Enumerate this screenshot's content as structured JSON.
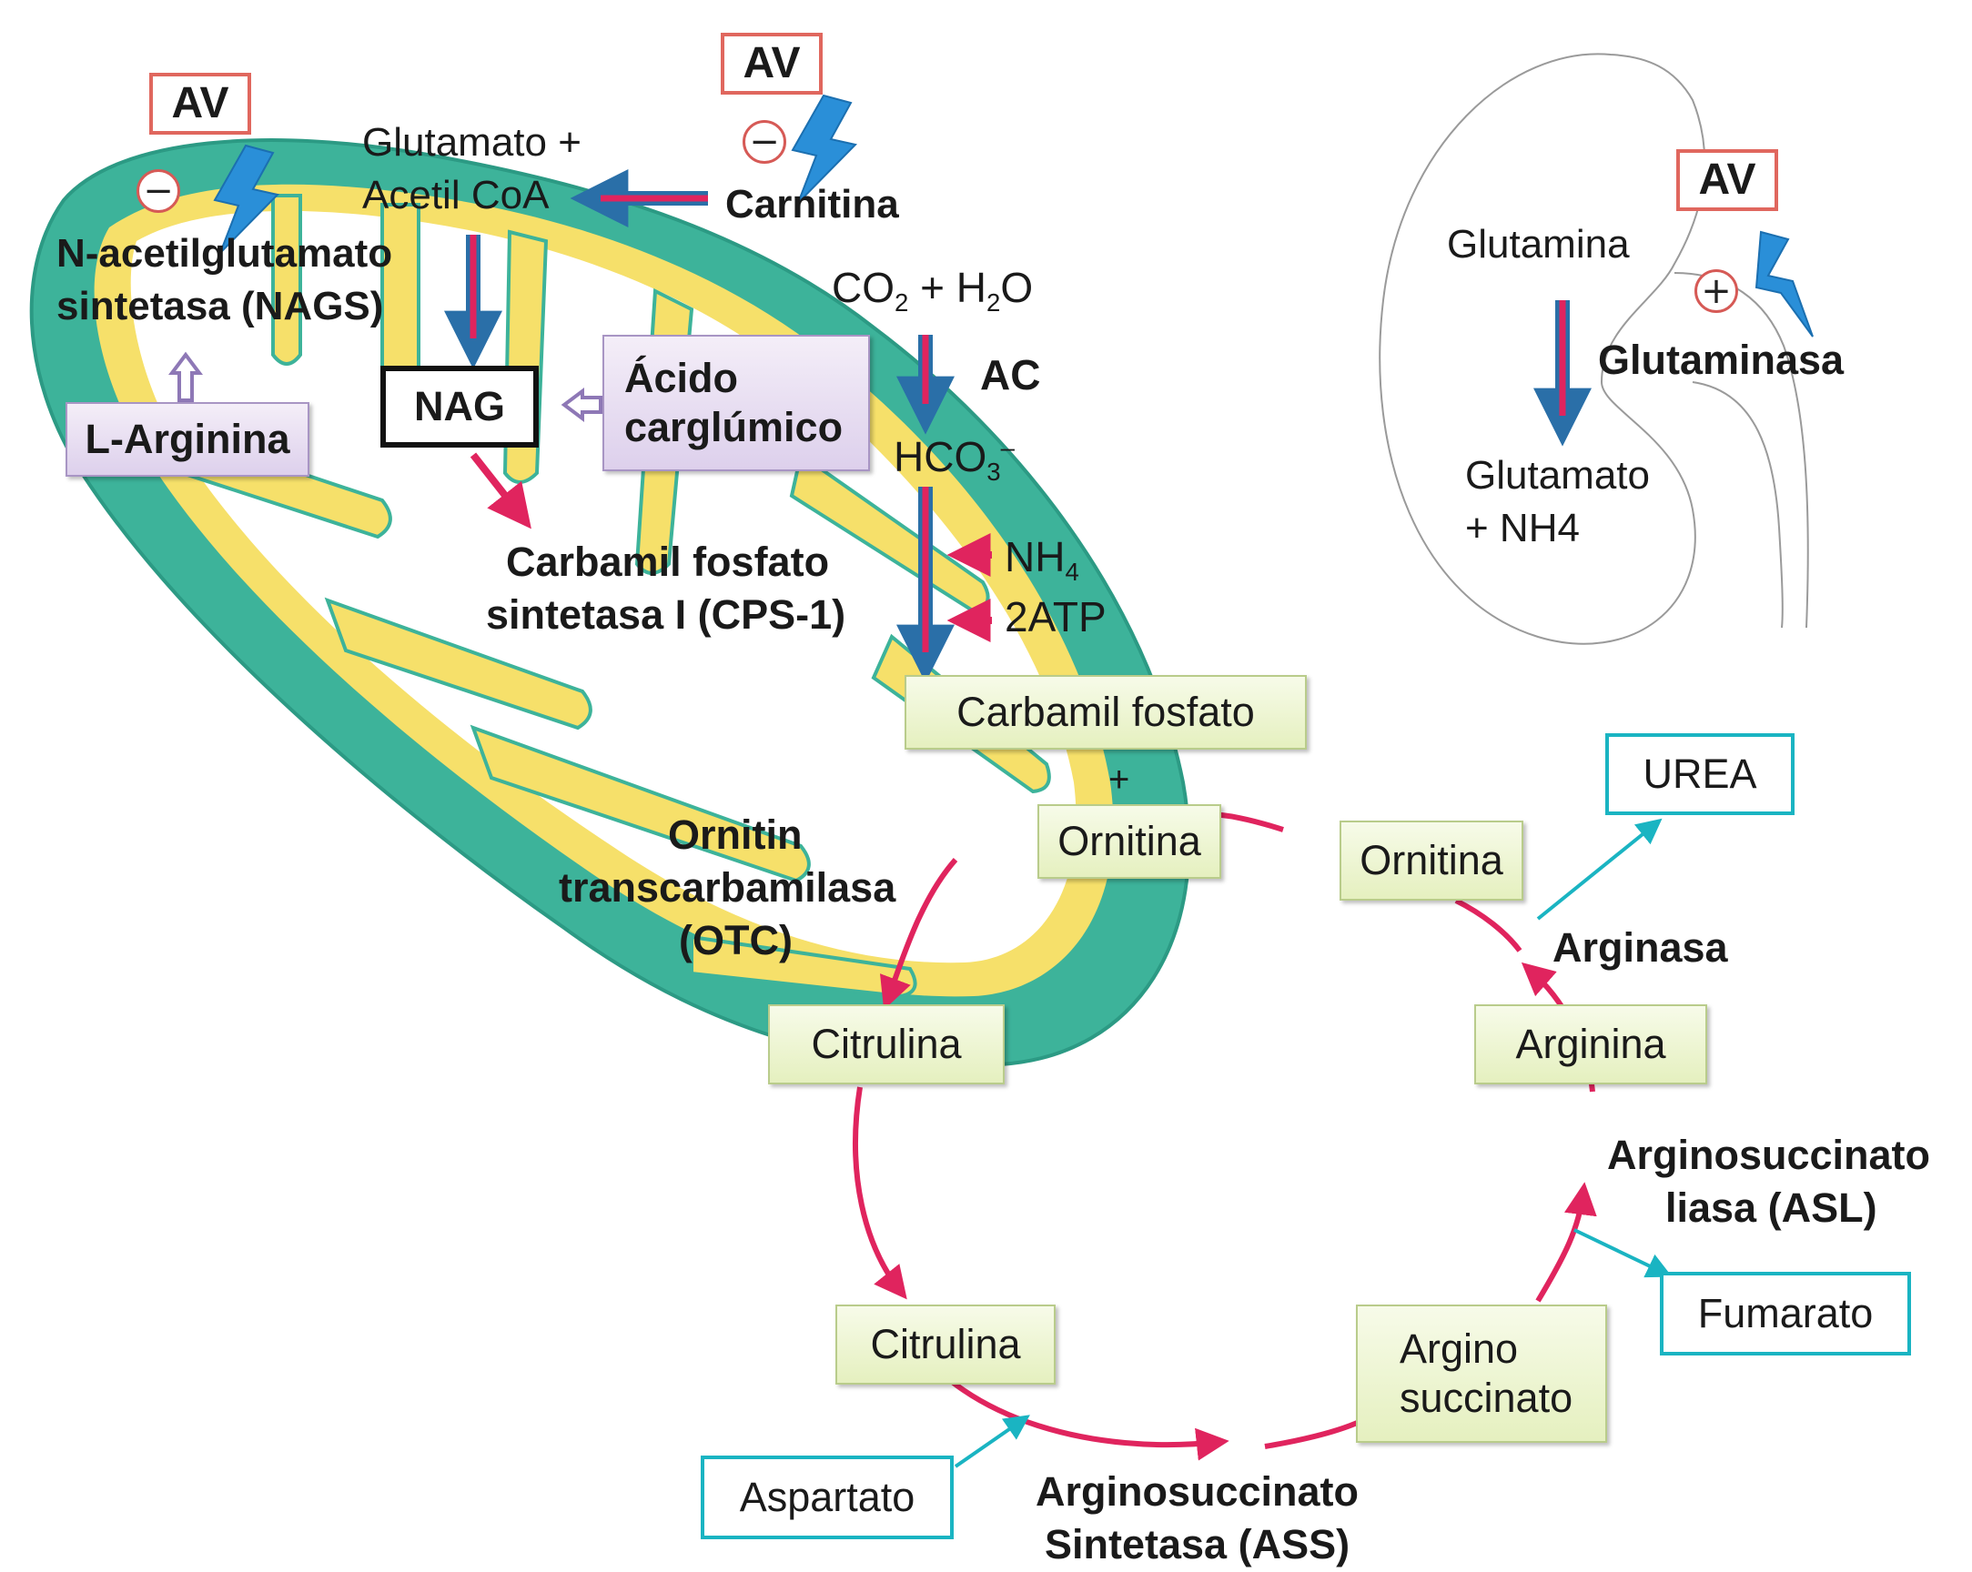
{
  "mito": {
    "av1": "AV",
    "av2": "AV",
    "inhibit_sign_1": "−",
    "inhibit_sign_2": "−",
    "glutamato_acetil_1": "Glutamato +",
    "glutamato_acetil_2": "Acetil CoA",
    "carnitina": "Carnitina",
    "nags_1": "N-acetilglutamato",
    "nags_2": "sintetasa (NAGS)",
    "l_arginina": "L-Arginina",
    "nag": "NAG",
    "acido_1": "Ácido",
    "acido_2": "carglúmico",
    "co2_h2o": {
      "co": "CO",
      "co_sub": "2",
      "plus": " + H",
      "h_sub": "2",
      "o": "O"
    },
    "ac": "AC",
    "hco3": {
      "hco": "HCO",
      "sub": "3",
      "sup": "–"
    },
    "nh4": {
      "nh": "NH",
      "sub": "4"
    },
    "atp": "2ATP",
    "cps_1": "Carbamil fosfato",
    "cps_2": "sintetasa I (CPS-1)",
    "otc_1": "Ornitin",
    "otc_2": "transcarbamilasa",
    "otc_3": "(OTC)"
  },
  "kidney": {
    "av": "AV",
    "activate_sign": "+",
    "glutamina": "Glutamina",
    "glutaminasa": "Glutaminasa",
    "glutamato_1": "Glutamato",
    "glutamato_2": "+ NH4"
  },
  "cycle": {
    "carbamil_fosfato": "Carbamil fosfato",
    "plus": "+",
    "ornitina_in": "Ornitina",
    "ornitina_out": "Ornitina",
    "citrulina_mito": "Citrulina",
    "citrulina_cyto": "Citrulina",
    "argino_1": "Argino",
    "argino_2": "succinato",
    "arginina": "Arginina",
    "arginasa": "Arginasa",
    "asl_1": "Arginosuccinato",
    "asl_2": "liasa (ASL)",
    "ass_1": "Arginosuccinato",
    "ass_2": "Sintetasa (ASS)",
    "urea": "UREA",
    "fumarato": "Fumarato",
    "aspartato": "Aspartato"
  },
  "colors": {
    "pathway_pink": "#e0245e",
    "pathway_blue": "#2a6fa8",
    "cyan": "#1ab4c2",
    "lightning": "#2a8fd8",
    "mito_green": "#3db39a",
    "mito_yellow": "#f6e06a",
    "av_border": "#e0675e"
  }
}
